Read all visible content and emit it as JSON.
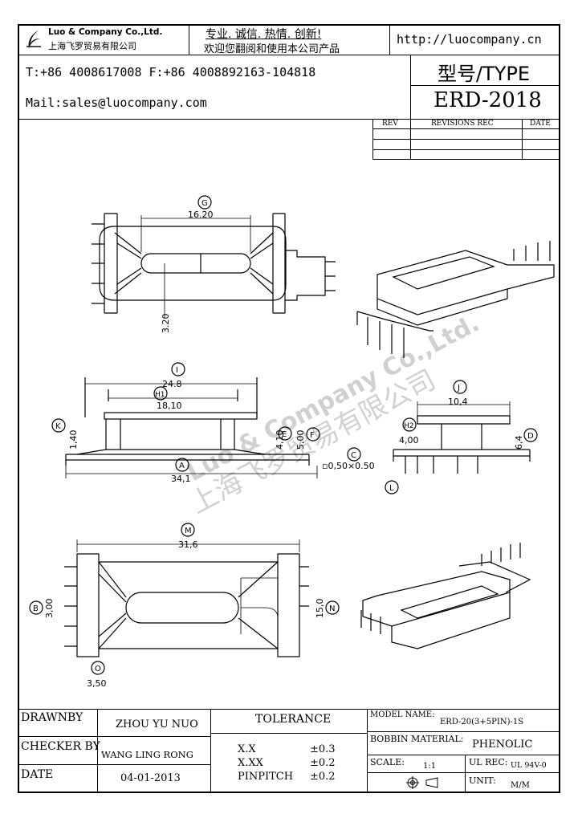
{
  "company": {
    "name_en": "Luo & Company Co.,Ltd.",
    "name_cn": "上海飞罗贸易有限公司",
    "slogan": "专业. 诚信. 热情. 创新!",
    "welcome": "欢迎您翻阅和使用本公司产品",
    "url": "http://luocompany.cn",
    "phone": "T:+86 4008617008 F:+86 4008892163-104818",
    "mail": "Mail:sales@luocompany.com"
  },
  "type_box": {
    "label": "型号/TYPE",
    "value": "ERD-2018"
  },
  "revisions": {
    "rev": "REV",
    "rec": "REVISIONS REC",
    "date": "DATE"
  },
  "watermark": {
    "en": "Luo & Company Co.,Ltd.",
    "cn": "上海飞罗贸易有限公司"
  },
  "dims": {
    "G": "G",
    "G_val": "16.20",
    "v320": "3.20",
    "I": "I",
    "I_val": "24.8",
    "H1": "H1",
    "H1_val": "18,10",
    "K": "K",
    "K_val": "1,40",
    "E": "E",
    "E_val": "4,10",
    "F": "F",
    "F_val": "5,00",
    "A": "A",
    "A_val": "34,1",
    "C": "C",
    "C_val": "▫0,50×0.50",
    "J": "J",
    "J_val": "10,4",
    "H2": "H2",
    "H2_val": "4,00",
    "D": "D",
    "D_val": "6,4",
    "L": "L",
    "M": "M",
    "M_val": "31,6",
    "B": "B",
    "B_val": "3,00",
    "N": "N",
    "N_val": "15,0",
    "O": "O",
    "O_val": "3,50"
  },
  "footer": {
    "drawnby_label": "DRAWNBY",
    "drawnby_value": "ZHOU YU NUO",
    "checker_label": "CHECKER BY",
    "checker_value": "WANG LING RONG",
    "date_label": "DATE",
    "date_value": "04-01-2013",
    "tolerance_label": "TOLERANCE",
    "tol1_key": "X.X",
    "tol1_val": "±0.3",
    "tol2_key": "X.XX",
    "tol2_val": "±0.2",
    "tol3_key": "PINPITCH",
    "tol3_val": "±0.2",
    "model_label": "MODEL NAME:",
    "model_value": "ERD-20(3+5PIN)-1S",
    "bobbin_label": "BOBBIN MATERIAL:",
    "bobbin_value": "PHENOLIC",
    "scale_label": "SCALE:",
    "scale_value": "1:1",
    "ulrec_label": "UL REC:",
    "ulrec_value": "UL 94V-0",
    "unit_label": "UNIT:",
    "unit_value": "M/M"
  }
}
